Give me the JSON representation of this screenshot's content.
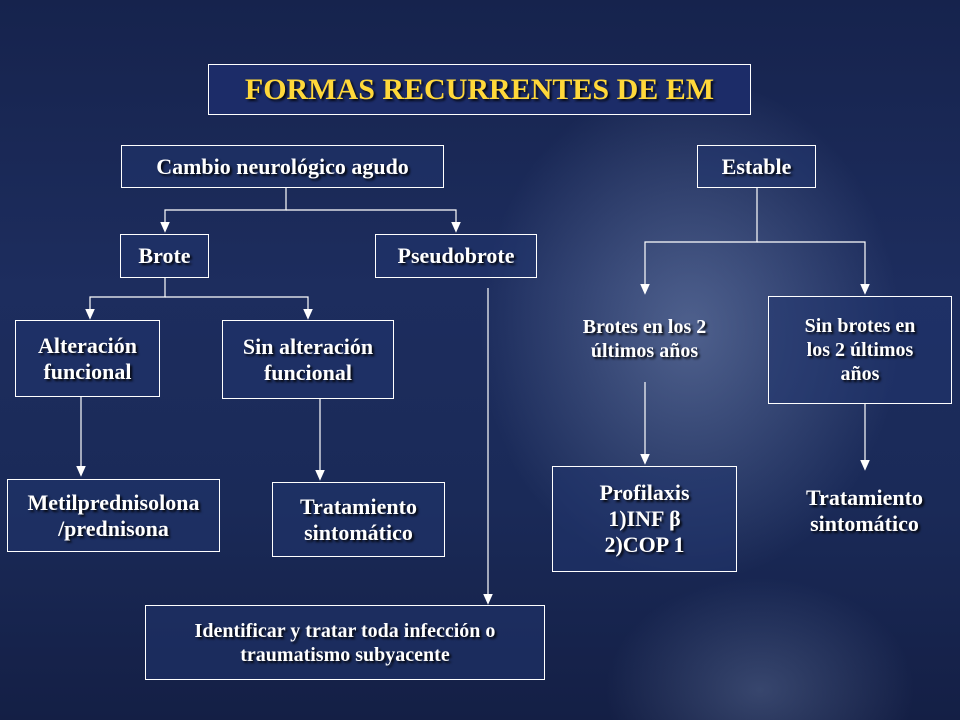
{
  "title": "FORMAS RECURRENTES DE EM",
  "colors": {
    "title_text": "#ffd83a",
    "text": "#ffffff",
    "lines": "#ffffff"
  },
  "nodes": {
    "cambio": "Cambio neurológico agudo",
    "estable": "Estable",
    "brote": "Brote",
    "pseudobrote": "Pseudobrote",
    "alteracion": "Alteración\nfuncional",
    "sin_alteracion": "Sin alteración\nfuncional",
    "metil": "Metilprednisolona\n/prednisona",
    "tratamiento_1": "Tratamiento\nsintomático",
    "identificar": "Identificar y tratar toda infección o\ntraumatismo subyacente",
    "brotes_2": "Brotes en los 2\núltimos años",
    "sin_brotes_2": "Sin brotes en\nlos 2 últimos\naños",
    "profilaxis": "Profilaxis\n1)INF β\n2)COP 1",
    "tratamiento_2": "Tratamiento\nsintomático"
  }
}
